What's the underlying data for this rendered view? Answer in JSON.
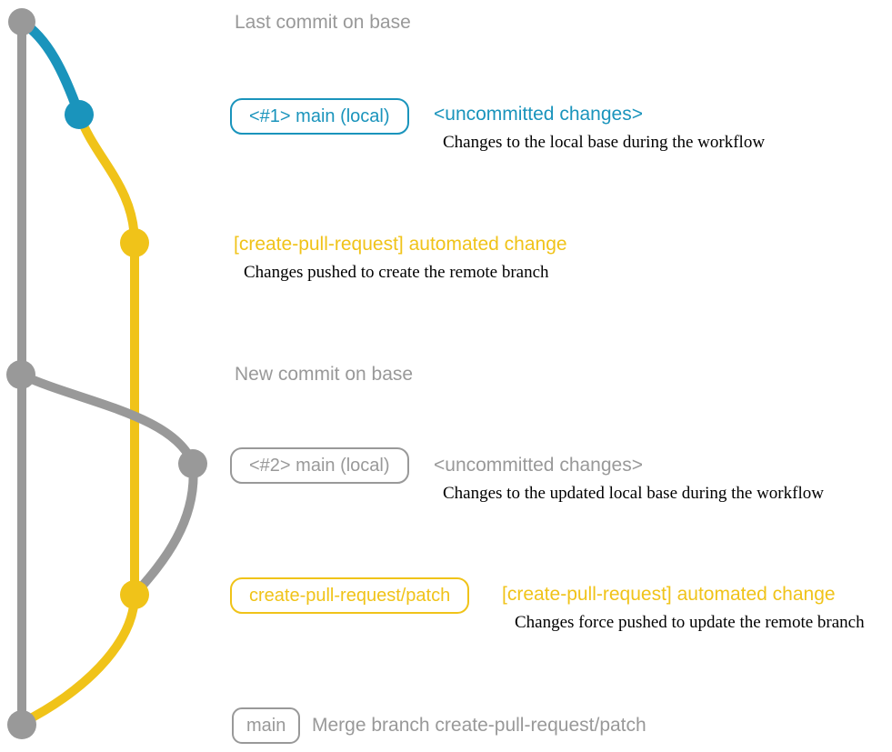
{
  "colors": {
    "gray": "#999999",
    "blue": "#1a94bc",
    "yellow": "#f0c319",
    "ink": "#000000"
  },
  "annotations": {
    "last_commit": "Last commit on base",
    "branch1_label": "<#1> main (local)",
    "branch1_note": "<uncommitted changes>",
    "branch1_caption": "Changes to the local base during the workflow",
    "commit1_message": "[create-pull-request] automated change",
    "commit1_caption": "Changes pushed to create the remote branch",
    "new_commit": "New commit on base",
    "branch2_label": "<#2> main (local)",
    "branch2_note": "<uncommitted changes>",
    "branch2_caption": "Changes to the updated local base during the workflow",
    "patch_branch_label": "create-pull-request/patch",
    "commit2_message": "[create-pull-request] automated change",
    "commit2_caption": "Changes force pushed to update the remote branch",
    "main_label": "main",
    "merge_message": "Merge branch create-pull-request/patch"
  },
  "graph": {
    "branches": [
      {
        "name": "main (remote base)",
        "color_key": "gray"
      },
      {
        "name": "main (local)",
        "color_key": "blue"
      },
      {
        "name": "create-pull-request/patch",
        "color_key": "yellow"
      }
    ],
    "commits": [
      {
        "name": "last-commit-on-base",
        "branch": "main",
        "color_key": "gray"
      },
      {
        "name": "local-main-1-uncommitted-changes",
        "branch": "main (local) #1",
        "color_key": "blue"
      },
      {
        "name": "automated-change-push",
        "branch": "create-pull-request/patch",
        "color_key": "yellow"
      },
      {
        "name": "new-commit-on-base",
        "branch": "main",
        "color_key": "gray"
      },
      {
        "name": "local-main-2-uncommitted-changes",
        "branch": "main (local) #2",
        "color_key": "gray"
      },
      {
        "name": "automated-change-force-push",
        "branch": "create-pull-request/patch",
        "color_key": "yellow"
      },
      {
        "name": "merge-commit",
        "branch": "main",
        "color_key": "gray"
      }
    ]
  }
}
